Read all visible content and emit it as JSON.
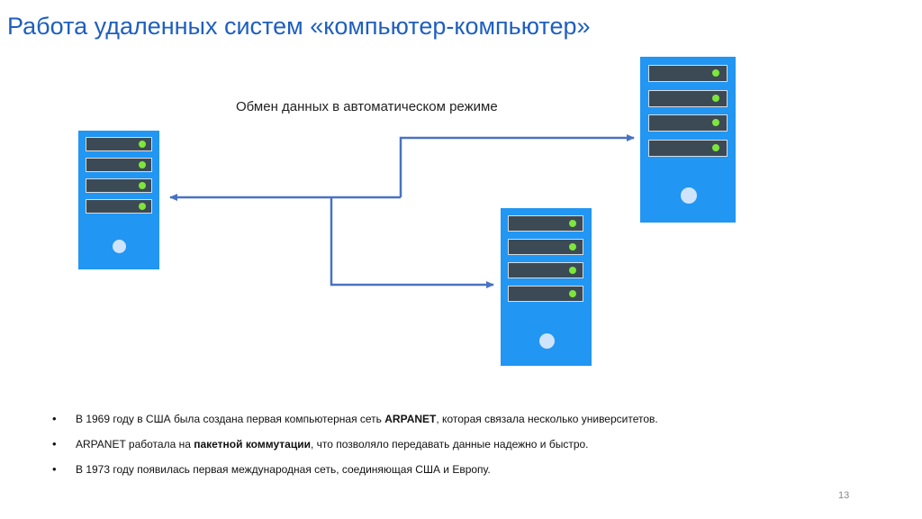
{
  "slide": {
    "title": "Работа удаленных систем «компьютер-компьютер»",
    "caption": "Обмен данных в автоматическом режиме",
    "page_number": "13"
  },
  "bullets": [
    {
      "pre": "В 1969 году в США была создана первая компьютерная сеть ",
      "bold": "ARPANET",
      "post": ", которая связала несколько университетов."
    },
    {
      "pre": "ARPANET работала на ",
      "bold": "пакетной коммутации",
      "post": ", что позволяло передавать данные надежно и быстро."
    },
    {
      "pre": "В 1973 году появилась первая международная сеть, соединяющая США и Европу.",
      "bold": "",
      "post": ""
    }
  ],
  "colors": {
    "server": "#2196f3",
    "connector": "#4a72c4",
    "title": "#1f5fbf"
  }
}
